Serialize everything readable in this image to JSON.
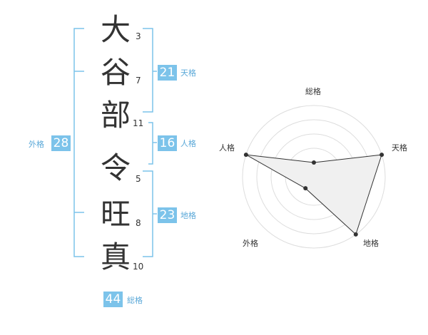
{
  "name": {
    "chars": [
      {
        "char": "大",
        "strokes": "3"
      },
      {
        "char": "谷",
        "strokes": "7"
      },
      {
        "char": "部",
        "strokes": "11"
      },
      {
        "char": "令",
        "strokes": "5"
      },
      {
        "char": "旺",
        "strokes": "8"
      },
      {
        "char": "真",
        "strokes": "10"
      }
    ]
  },
  "fortune": {
    "tenkaku": {
      "value": "21",
      "label": "天格"
    },
    "jinkaku": {
      "value": "16",
      "label": "人格"
    },
    "chikaku": {
      "value": "23",
      "label": "地格"
    },
    "gaikaku": {
      "value": "28",
      "label": "外格"
    },
    "soukaku": {
      "value": "44",
      "label": "総格"
    }
  },
  "chart_data": {
    "type": "radar",
    "axes": [
      "総格",
      "天格",
      "地格",
      "外格",
      "人格"
    ],
    "scale_max": 5,
    "rings": 5,
    "values": [
      1,
      5,
      5,
      1,
      5
    ]
  },
  "colors": {
    "accent": "#7cc3ea",
    "bracket": "#7cc3ea",
    "text": "#333333",
    "radar_fill": "#f0f0f0",
    "radar_grid": "#dddddd"
  }
}
